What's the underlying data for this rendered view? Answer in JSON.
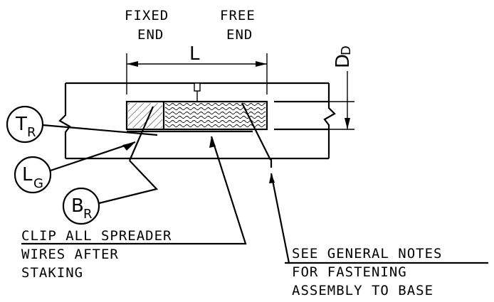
{
  "labels": {
    "fixed_end_line1": "FIXED",
    "fixed_end_line2": "END",
    "free_end_line1": "FREE",
    "free_end_line2": "END",
    "length": "L",
    "depth_main": "D",
    "depth_sub": "D"
  },
  "callouts": {
    "tr_main": "T",
    "tr_sub": "R",
    "lg_main": "L",
    "lg_sub": "G",
    "br_main": "B",
    "br_sub": "R"
  },
  "notes": {
    "clip_line1": "CLIP  ALL SPREADER",
    "clip_line2": "WIRES AFTER",
    "clip_line3": "STAKING",
    "general_line1": "SEE GENERAL NOTES",
    "general_line2": "FOR FASTENING",
    "general_line3": "ASSEMBLY TO BASE"
  }
}
